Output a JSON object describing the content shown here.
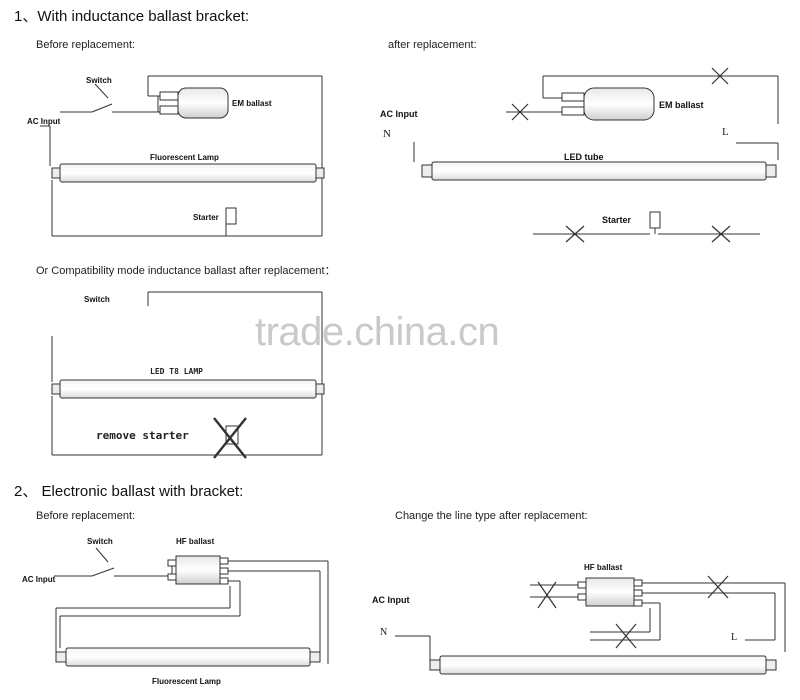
{
  "section1": {
    "heading": "1、With inductance ballast bracket:",
    "before_caption": "Before replacement:",
    "after_caption": "after replacement:",
    "before": {
      "switch": "Switch",
      "ac_input": "AC Input",
      "ballast": "EM ballast",
      "lamp": "Fluorescent Lamp",
      "starter": "Starter"
    },
    "after": {
      "ac_input": "AC Input",
      "n": "N",
      "l": "L",
      "ballast": "EM ballast",
      "tube": "LED tube",
      "starter": "Starter"
    },
    "compat_caption": "Or Compatibility mode inductance ballast after replacement：",
    "compat": {
      "switch": "Switch",
      "lamp": "LED T8 LAMP",
      "remove_starter": "remove starter"
    }
  },
  "watermark": "trade.china.cn",
  "section2": {
    "heading": "2、 Electronic ballast with bracket:",
    "before_caption": "Before replacement:",
    "after_caption": "Change the line type after replacement:",
    "before": {
      "switch": "Switch",
      "ballast": "HF ballast",
      "ac_input": "AC Input",
      "lamp": "Fluorescent Lamp"
    },
    "after": {
      "ballast": "HF ballast",
      "ac_input": "AC Input",
      "n": "N",
      "l": "L"
    }
  }
}
